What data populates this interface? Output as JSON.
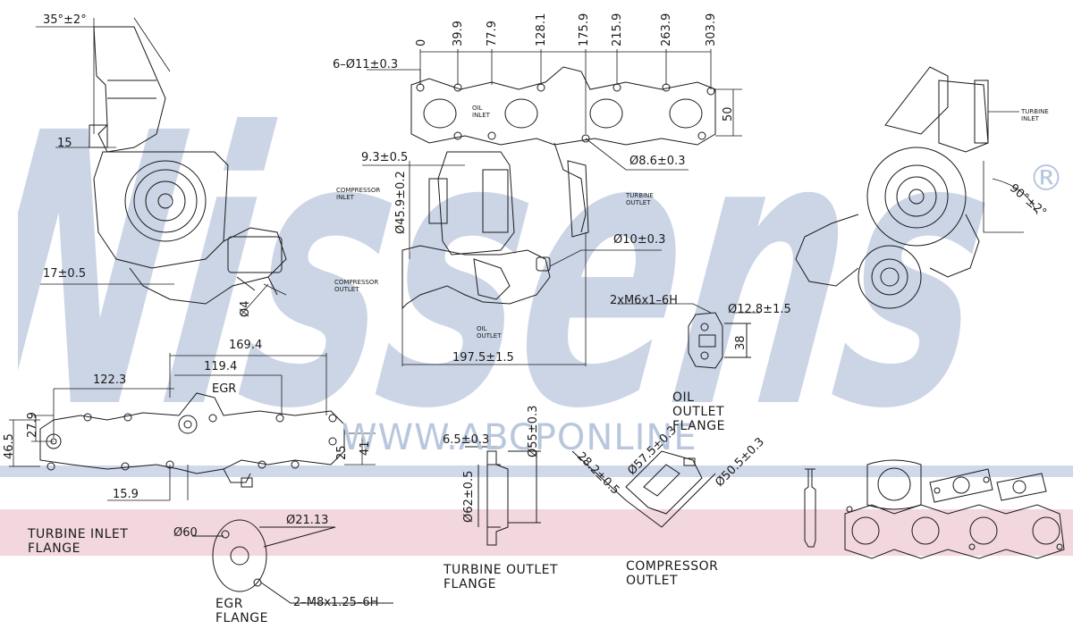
{
  "watermark": {
    "brand": "Nissens",
    "registered": "®",
    "url": "WWW.ABCPONLINE",
    "brand_color": "#b9c7de",
    "band_blue": "#cfd9ea",
    "band_pink": "#f2d7de"
  },
  "dimensions": {
    "d_35": "35°±2°",
    "d_15": "15",
    "d_17": "17±0.5",
    "d_4": "Ø4",
    "d_6x11": "6–Ø11±0.3",
    "d_0": "0",
    "d_399": "39.9",
    "d_779": "77.9",
    "d_1281": "128.1",
    "d_1759": "175.9",
    "d_2159": "215.9",
    "d_2639": "263.9",
    "d_3039": "303.9",
    "d_50": "50",
    "d_86": "Ø8.6±0.3",
    "d_93": "9.3±0.5",
    "d_459": "Ø45.9±0.2",
    "d_10": "Ø10±0.3",
    "d_m6": "2xM6x1–6H",
    "d_128": "Ø12.8±1.5",
    "d_38": "38",
    "d_1975": "197.5±1.5",
    "d_90": "90°±2°",
    "d_1694": "169.4",
    "d_1194": "119.4",
    "d_1223": "122.3",
    "d_279": "27.9",
    "d_465": "46.5",
    "d_159": "15.9",
    "d_25": "25",
    "d_41": "41",
    "d_65": "6.5±0.3",
    "d_55": "Ø55±0.3",
    "d_62": "Ø62±0.5",
    "d_282": "28.2±0.5",
    "d_57": "Ø57.5±0.3",
    "d_505": "Ø50.5±0.3",
    "d_60": "Ø60",
    "d_2113": "Ø21.13",
    "d_m8": "2–M8x1.25–6H"
  },
  "callouts": {
    "compressor_inlet": "COMPRESSOR\nINLET",
    "turbine_outlet_arrow": "TURBINE\nOUTLET",
    "compressor_outlet_arrow": "COMPRESSOR\nOUTLET",
    "oil_outlet_arrow": "OIL\nOUTLET",
    "oil_inlet": "OIL\nINLET",
    "turbine_inlet_right": "TURBINE\nINLET",
    "egr": "EGR",
    "oil_outlet_flange": "OIL\nOUTLET\nFLANGE",
    "turbine_inlet_flange": "TURBINE INLET\nFLANGE",
    "turbine_outlet_flange": "TURBINE OUTLET\nFLANGE",
    "compressor_outlet": "COMPRESSOR\nOUTLET",
    "egr_flange": "EGR\nFLANGE"
  }
}
